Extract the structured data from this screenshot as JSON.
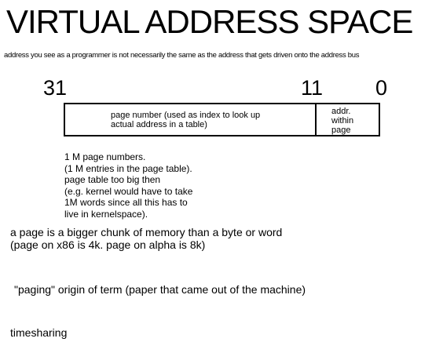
{
  "slide": {
    "title": "VIRTUAL ADDRESS SPACE",
    "subtitle": "address you see as a programmer is not necessarily the same as the address that gets driven onto the address bus"
  },
  "diagram": {
    "bit_labels": {
      "high": "31",
      "mid": "11",
      "low": "0"
    },
    "fields": {
      "page_number_lines": [
        "page number (used as index to look up",
        "actual address in a table)"
      ],
      "offset_lines": [
        "addr.",
        "within",
        "page"
      ]
    }
  },
  "notes": {
    "page_numbers_lines": [
      "1 M page numbers.",
      "(1 M entries in the page table).",
      "page table too big then",
      "(e.g. kernel would have to take",
      "1M words since all this has to",
      "live in kernelspace)."
    ],
    "page_size_lines": [
      "a page is a bigger chunk of memory than a byte or word",
      "(page on x86 is 4k. page on alpha is 8k)"
    ],
    "paging_origin": "\"paging\" origin of term (paper that came out of the machine)",
    "timesharing": "timesharing"
  }
}
